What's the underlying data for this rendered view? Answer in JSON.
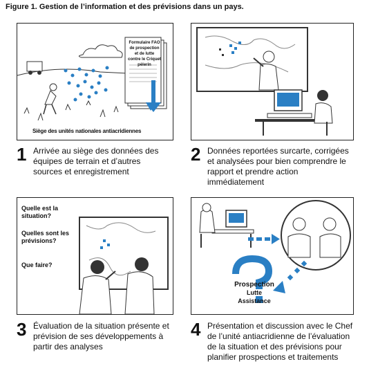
{
  "figure_title": "Figure 1. Gestion de l’information et des prévisions dans un pays.",
  "panel1": {
    "form_title": "Formulaire FAO de prospection et de lutte contre le Criquet pèlerin",
    "caption": "Siège des unités nationales antiacridiennes"
  },
  "panel3": {
    "questions": [
      "Quelle est la situation?",
      "Quelles sont les prévisions?",
      "Que faire?"
    ]
  },
  "panel4": {
    "labels": [
      "Prospection",
      "Lutte",
      "Assistance"
    ]
  },
  "steps": [
    {
      "number": "1",
      "text": "Arrivée au siège des données des équipes de terrain et d’autres sources et enregistrement"
    },
    {
      "number": "2",
      "text": "Données reportées surcarte, corrigées et analysées pour bien comprendre le rapport et prendre action immédiatement"
    },
    {
      "number": "3",
      "text": "Évaluation de la situation présente et prévision de ses développements à partir des analyses"
    },
    {
      "number": "4",
      "text": "Présentation et discussion avec le Chef de l’unité antiacridienne de l’évaluation de la situation et des prévisions pour planifier prospections et traitements"
    }
  ],
  "colors": {
    "accent_blue": "#2a7fc4",
    "line": "#222222"
  }
}
